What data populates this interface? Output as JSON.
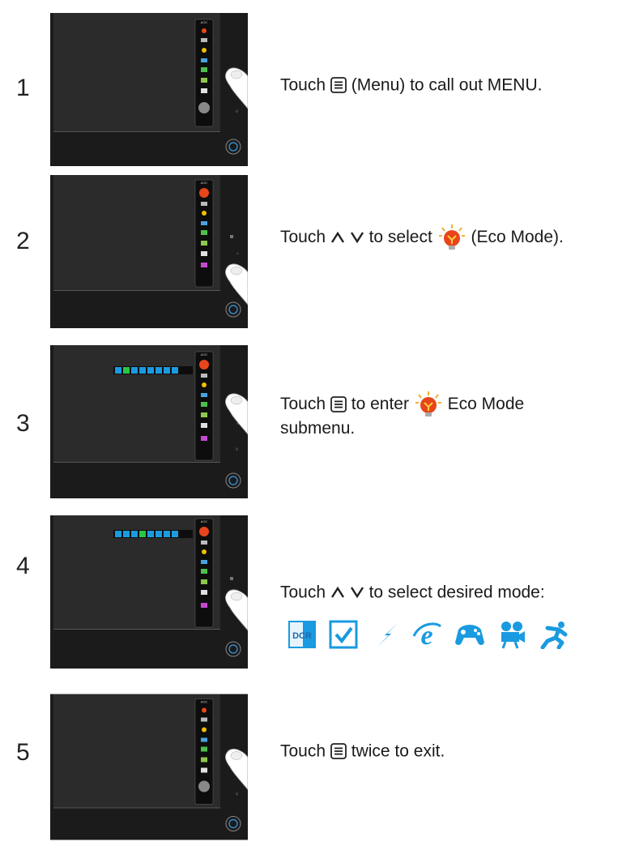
{
  "steps": [
    {
      "number": "1",
      "text_a": "Touch",
      "text_b": "(Menu) to  call out MENU."
    },
    {
      "number": "2",
      "text_a": "Touch",
      "text_b": "to select",
      "text_c": "(Eco Mode)."
    },
    {
      "number": "3",
      "text_a": "Touch",
      "text_b": "to enter",
      "text_c": "Eco Mode",
      "text_d": "submenu."
    },
    {
      "number": "4",
      "text_a": "Touch",
      "text_b": "to select desired  mode:"
    },
    {
      "number": "5",
      "text_a": "Touch",
      "text_b": "twice to exit."
    }
  ],
  "monitor": {
    "brand": "AOC"
  },
  "eco_modes": [
    {
      "label": "DCR",
      "icon": "dcr-icon"
    },
    {
      "label": "",
      "icon": "standard-check-icon"
    },
    {
      "label": "",
      "icon": "lightning-icon"
    },
    {
      "label": "",
      "icon": "internet-icon"
    },
    {
      "label": "",
      "icon": "game-icon"
    },
    {
      "label": "",
      "icon": "movie-icon"
    },
    {
      "label": "",
      "icon": "sports-icon"
    }
  ],
  "colors": {
    "accent": "#1a9ae0",
    "monitor_body": "#1b1b1b",
    "screen": "#2a2a2a",
    "eco_icon": "#e8451b"
  }
}
